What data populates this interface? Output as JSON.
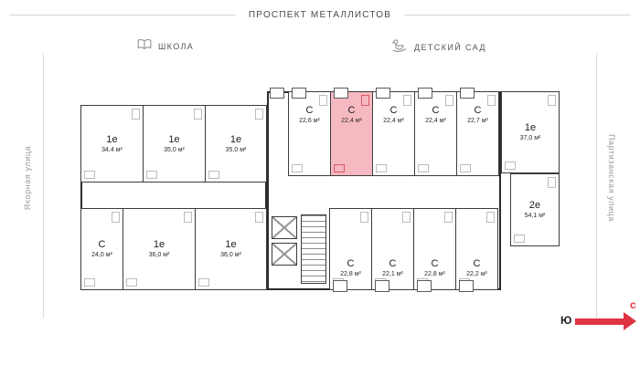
{
  "streets": {
    "top": "ПРОСПЕКТ МЕТАЛЛИСТОВ",
    "left": "Якорная улица",
    "right": "Партизанская улица"
  },
  "landmarks": {
    "school": "ШКОЛА",
    "kindergarten": "ДЕТСКИЙ САД"
  },
  "plan": {
    "top_left_units": [
      {
        "type": "1е",
        "area": "34,4 м²"
      },
      {
        "type": "1е",
        "area": "35,0 м²"
      },
      {
        "type": "1е",
        "area": "35,0 м²"
      }
    ],
    "top_studio_units": [
      {
        "type": "С",
        "area": "22,6 м²"
      },
      {
        "type": "С",
        "area": "22,4 м²",
        "highlighted": true
      },
      {
        "type": "С",
        "area": "22,4 м²"
      },
      {
        "type": "С",
        "area": "22,4 м²"
      },
      {
        "type": "С",
        "area": "22,7 м²"
      }
    ],
    "top_right_unit": {
      "type": "1е",
      "area": "37,0 м²"
    },
    "right_unit": {
      "type": "2е",
      "area": "54,1 м²"
    },
    "bottom_left_units": [
      {
        "type": "С",
        "area": "24,0 м²"
      },
      {
        "type": "1е",
        "area": "36,0 м²"
      },
      {
        "type": "1е",
        "area": "36,0 м²"
      }
    ],
    "bottom_studio_units": [
      {
        "type": "С",
        "area": "22,8 м²"
      },
      {
        "type": "С",
        "area": "22,1 м²"
      },
      {
        "type": "С",
        "area": "22,8 м²"
      },
      {
        "type": "С",
        "area": "22,2 м²"
      }
    ]
  },
  "compass": {
    "south_label": "Ю",
    "north_label": "с"
  },
  "colors": {
    "highlight_fill": "#f7b9c1",
    "highlight_accent": "#d55a68",
    "compass_red": "#e03445",
    "wall": "#2b2b2b"
  }
}
